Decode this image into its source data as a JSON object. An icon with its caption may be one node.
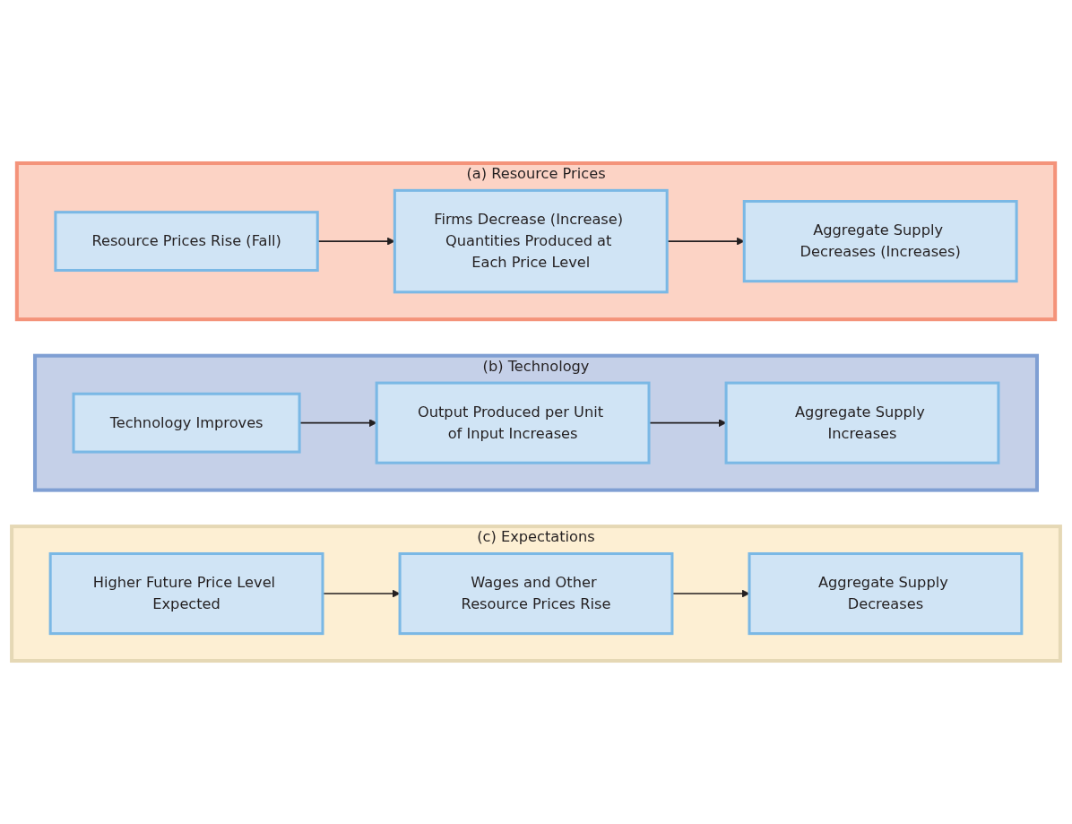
{
  "diagram": {
    "nodes": [
      {
        "text": [
          "(a) Resource Prices"
        ]
      },
      {
        "text": [
          "Resource Prices Rise (Fall)"
        ],
        "in": 0
      },
      {
        "text": [
          "Firms Decrease (Increase) Quantities Produced at Each Price Level"
        ],
        "in": 0
      },
      {
        "text": [
          "Aggregate Supply Decreases (Increases)"
        ],
        "in": 0
      },
      {
        "text": [
          "(b) Technology"
        ]
      },
      {
        "text": [
          "Technology Improves"
        ],
        "in": 4
      },
      {
        "text": [
          "Output Produced per Unit of Input Increases"
        ],
        "in": 4
      },
      {
        "text": [
          "Aggregate Supply Increases"
        ],
        "in": 4
      },
      {
        "text": [
          "(c) Expectations"
        ]
      },
      {
        "text": [
          "Higher Future Price Level Expected"
        ],
        "in": 8
      },
      {
        "text": [
          "Wages and Other Resource Prices Rise"
        ],
        "in": 8
      },
      {
        "text": [
          "Aggregate Supply Decreases"
        ],
        "in": 8
      }
    ],
    "edges": [
      {
        "from": 1,
        "to": 2,
        "arrow": "to"
      },
      {
        "from": 2,
        "to": 3,
        "arrow": "to"
      },
      {
        "from": 5,
        "to": 6,
        "arrow": "to"
      },
      {
        "from": 6,
        "to": 7,
        "arrow": "to"
      },
      {
        "from": 9,
        "to": 10,
        "arrow": "to"
      },
      {
        "from": 10,
        "to": 11,
        "arrow": "to"
      }
    ]
  }
}
